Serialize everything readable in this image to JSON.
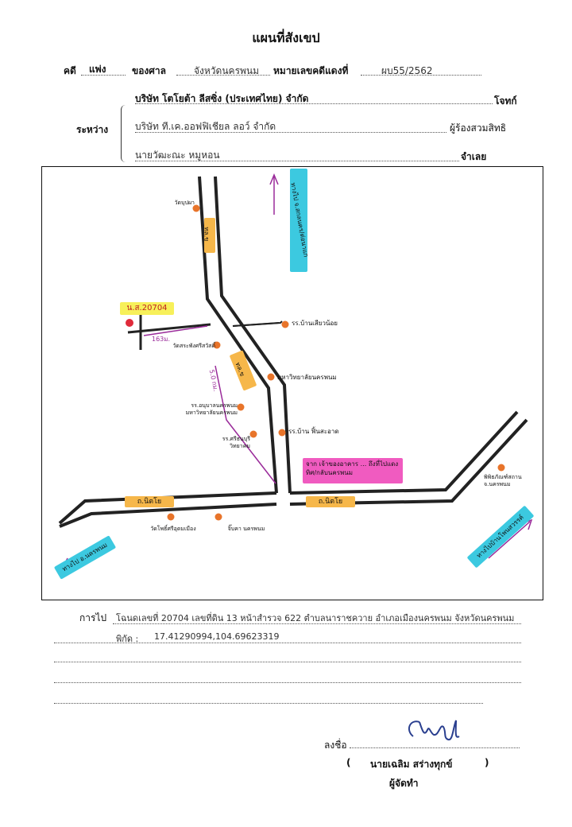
{
  "title": "แผนที่สังเขป",
  "header": {
    "case_label": "คดี",
    "case_type": "แพ่ง",
    "court_label": "ของศาล",
    "court_name": "จังหวัดนครพนม",
    "red_case_label": "หมายเลขคดีแดงที่",
    "red_case_no": "ผบ55/2562",
    "between_label": "ระหว่าง",
    "plaintiff": "บริษัท โตโยต้า ลีสซิ่ง (ประเทศไทย) จำกัด",
    "plaintiff_role": "โจทก์",
    "subrogee": "บริษัท ที.เค.ออฟฟิเชียล ลอว์ จำกัด",
    "subrogee_role": "ผู้ร้องสวมสิทธิ",
    "defendant": "นายวัฒะณะ หมูหอน",
    "defendant_role": "จำเลย"
  },
  "map": {
    "parcel_label": "น.ส.20704",
    "dist_163": "163ม.",
    "dist_500": "5.0 กม.",
    "road_vertical_top": "ทล.ข",
    "road_vertical_mid": "ทล.ข",
    "road_bottom_left": "ถ.นิตโย",
    "road_bottom_right": "ถ.นิตโย",
    "arrow_up_label": "ทางไป จ.สกลนคร/ต่อนาแก",
    "destination_note": "จาก เจ้าของอาคาร ... ถึงที่ไปแดงทิศ/กลับนครพนม",
    "dest_left": "ทางไป อ.นครพนม",
    "dest_right": "ทางไปบ้านโพนสวรรค์",
    "places": [
      "วัดบุปผา",
      "รร.บ้านเสียวน้อย",
      "วัดสระพังศรีสวัสดิ์",
      "มหาวิทยาลัยนครพนม",
      "รร.อนุบาลนครพนม มหาวิทยาลัยนครพนม",
      "รร.บ้าน ฟิ้นสะอาด",
      "รร.ศรีธนบุรี วิทยาคม",
      "พิพิธภัณฑ์สถาน จ.นครพนม",
      "วัดโพธิ์ศรีอุดมเมือง",
      "จิ๊บคา นครพนม"
    ]
  },
  "route": {
    "label": "การไป",
    "line1": "โฉนดเลขที่ 20704  เลขที่ดิน 13 หน้าสำรวจ 622 ตำบลนาราชควาย อำเภอเมืองนครพนม จังหวัดนครพนม",
    "coord_label": "พิกัด :",
    "coords": "17.41290994,104.69623319"
  },
  "signature": {
    "sign_label": "ลงชื่อ",
    "name_open": "(",
    "name": "นายเฉลิม  สร่างทุกข์",
    "name_close": ")",
    "role": "ผู้จัดทำ"
  },
  "colors": {
    "road": "#222222",
    "marker": "#e8742a",
    "highlight_orange": "#f6b74a",
    "highlight_cyan": "#3cc9e0",
    "highlight_pink": "#f05bc0",
    "highlight_yellow": "#f7f05a",
    "arrow_purple": "#9a2b9a",
    "parcel_red": "#e02a3a"
  }
}
